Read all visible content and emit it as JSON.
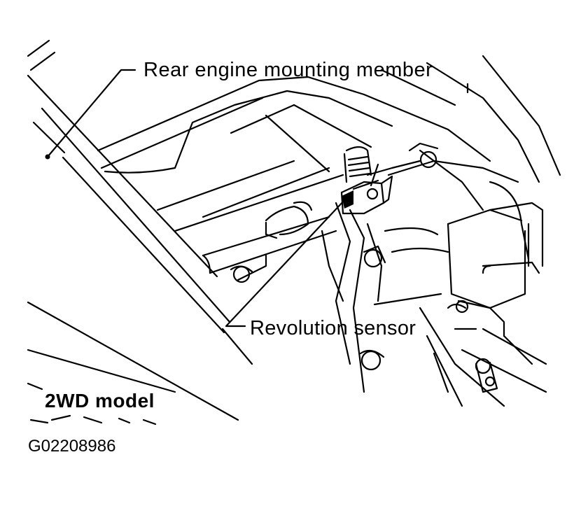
{
  "labels": {
    "mounting_member": "Rear engine mounting member",
    "revolution_sensor": "Revolution sensor",
    "model": "2WD model",
    "figure_code": "G02208986"
  },
  "colors": {
    "ink": "#000000",
    "paper": "#ffffff"
  }
}
